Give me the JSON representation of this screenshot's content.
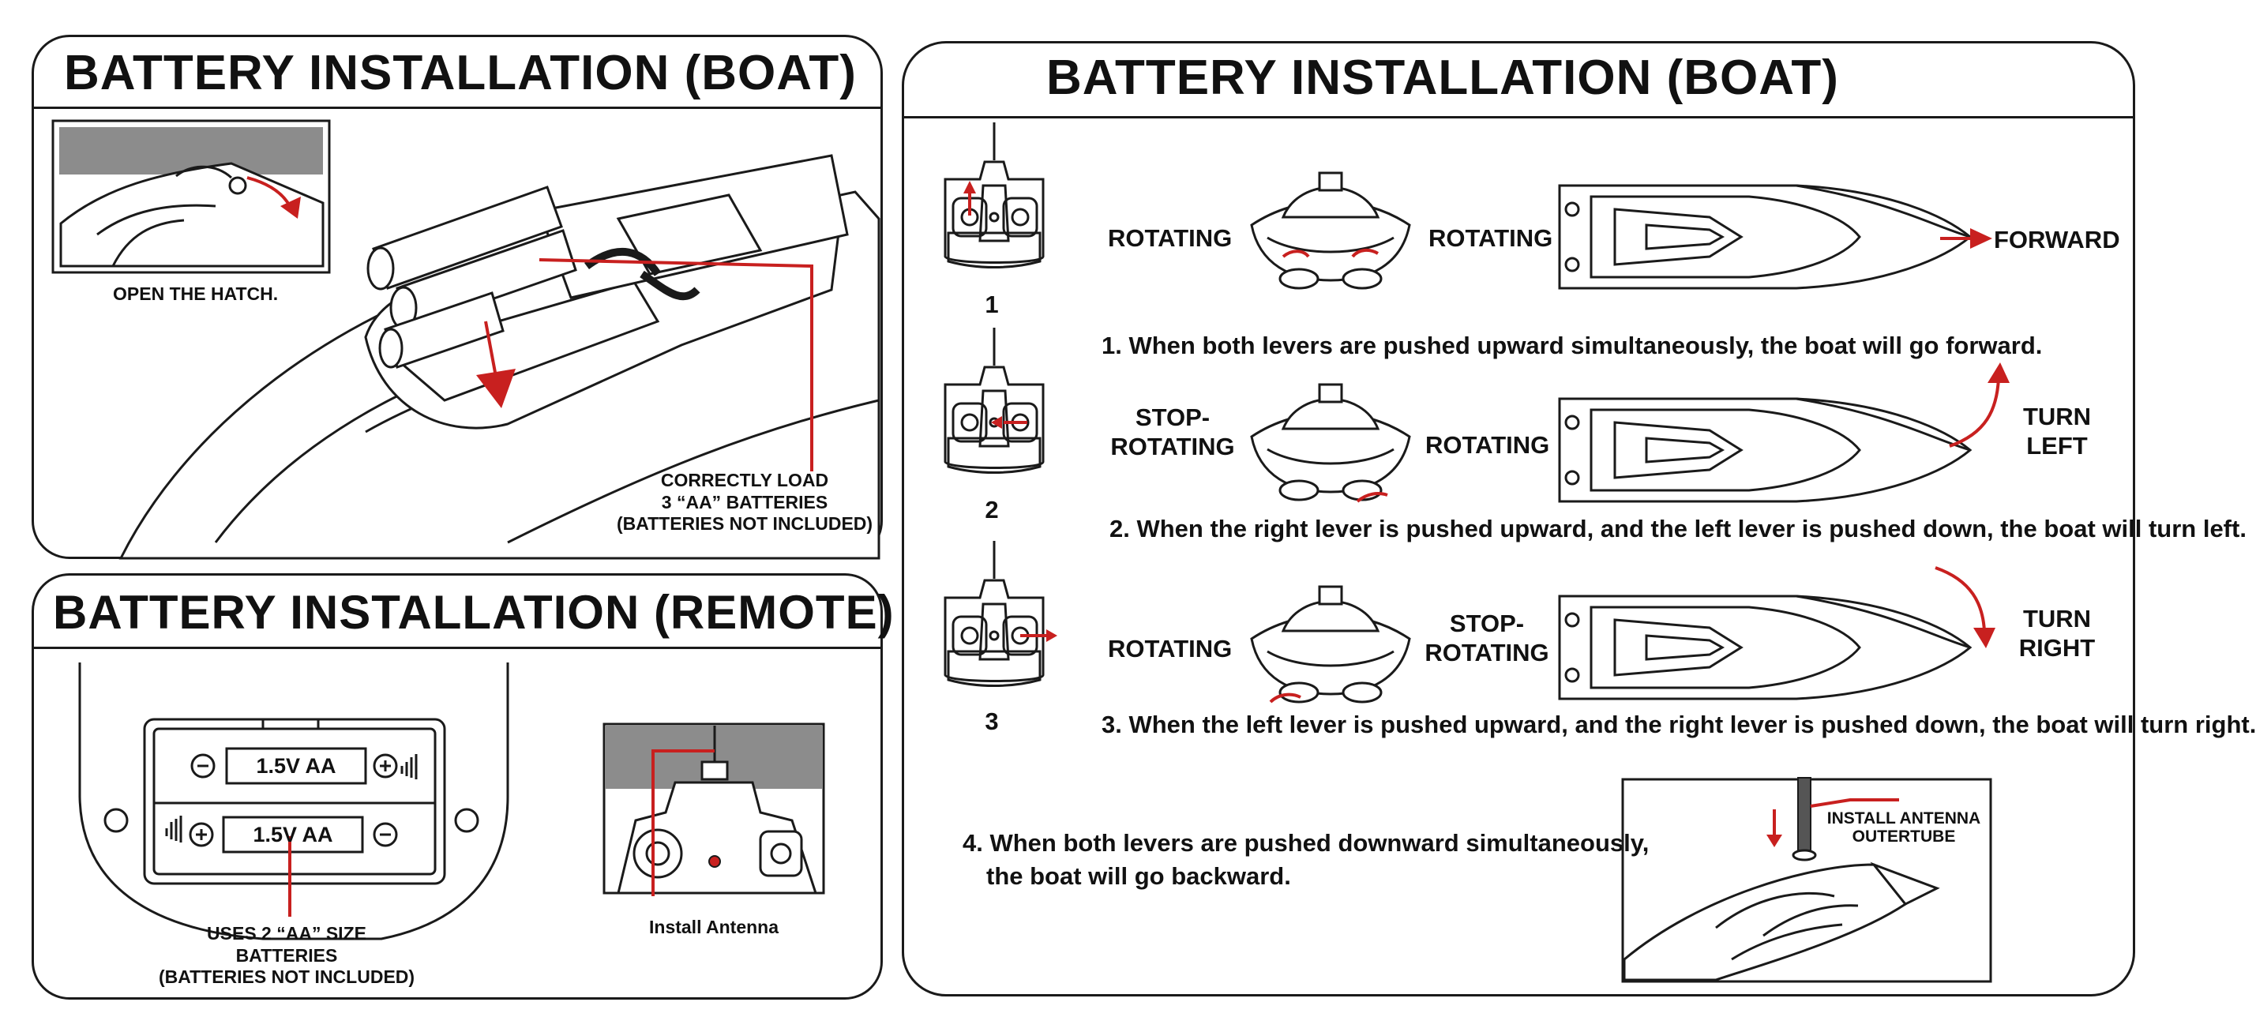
{
  "boat_panel": {
    "title": "BATTERY INSTALLATION (BOAT)",
    "open_hatch": "OPEN THE HATCH.",
    "load_line1": "CORRECTLY LOAD",
    "load_line2": "3 “AA” BATTERIES",
    "load_line3": "(BATTERIES NOT INCLUDED)"
  },
  "remote_panel": {
    "title": "BATTERY INSTALLATION (REMOTE)",
    "battery_label": "1.5V  AA",
    "battery_label2": "1.5V  AA",
    "uses_line1": "USES 2 “AA” SIZE",
    "uses_line2": "BATTERIES",
    "uses_line3": "(BATTERIES NOT INCLUDED)",
    "install_antenna": "Install Antenna"
  },
  "controls_panel": {
    "title": "BATTERY INSTALLATION (BOAT)",
    "rows": [
      {
        "number": "1",
        "left_motor": "ROTATING",
        "right_motor": "ROTATING",
        "direction_line1": "FORWARD",
        "direction_line2": "",
        "caption": "1. When both levers are pushed upward simultaneously, the boat will go forward."
      },
      {
        "number": "2",
        "left_motor": "STOP-ROTATING",
        "left_motor_line1": "STOP-",
        "left_motor_line2": "ROTATING",
        "right_motor": "ROTATING",
        "direction_line1": "TURN",
        "direction_line2": "LEFT",
        "caption": "2. When the right lever is pushed upward, and the left lever is pushed down, the boat will turn left."
      },
      {
        "number": "3",
        "left_motor": "ROTATING",
        "right_motor_line1": "STOP-",
        "right_motor_line2": "ROTATING",
        "direction_line1": "TURN",
        "direction_line2": "RIGHT",
        "caption": "3. When the left lever is pushed upward, and the right lever is pushed down, the boat will turn right."
      }
    ],
    "backward_line1": "4. When both levers are pushed downward simultaneously,",
    "backward_line2": "the boat will go backward.",
    "antenna_outer_line1": "INSTALL ANTENNA",
    "antenna_outer_line2": "OUTERTUBE"
  },
  "colors": {
    "accent_red": "#c8201f",
    "ink": "#1a1a1a",
    "hatch_gray": "#8c8c8c"
  }
}
